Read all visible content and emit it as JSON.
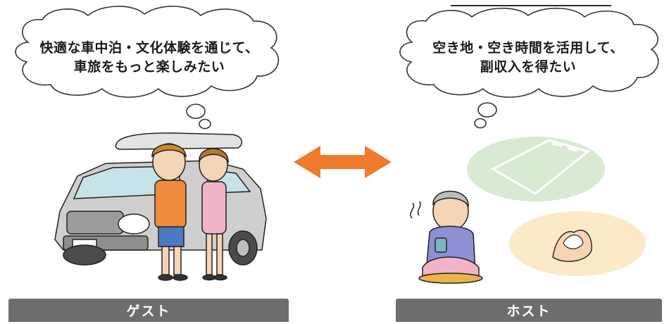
{
  "guest": {
    "thought_line1": "快適な車中泊・文化体験を通じて、",
    "thought_line2": "車旅をもっと楽しみたい",
    "label": "ゲスト"
  },
  "host": {
    "thought_line1": "空き地・空き時間を活用して、",
    "thought_line2": "副収入を得たい",
    "label": "ホスト"
  },
  "colors": {
    "arrow": "#ef7b2c",
    "label_bar": "#6d6d6d",
    "parking_lot": "#d9ead3",
    "hands_circle": "#fbe9c7"
  }
}
